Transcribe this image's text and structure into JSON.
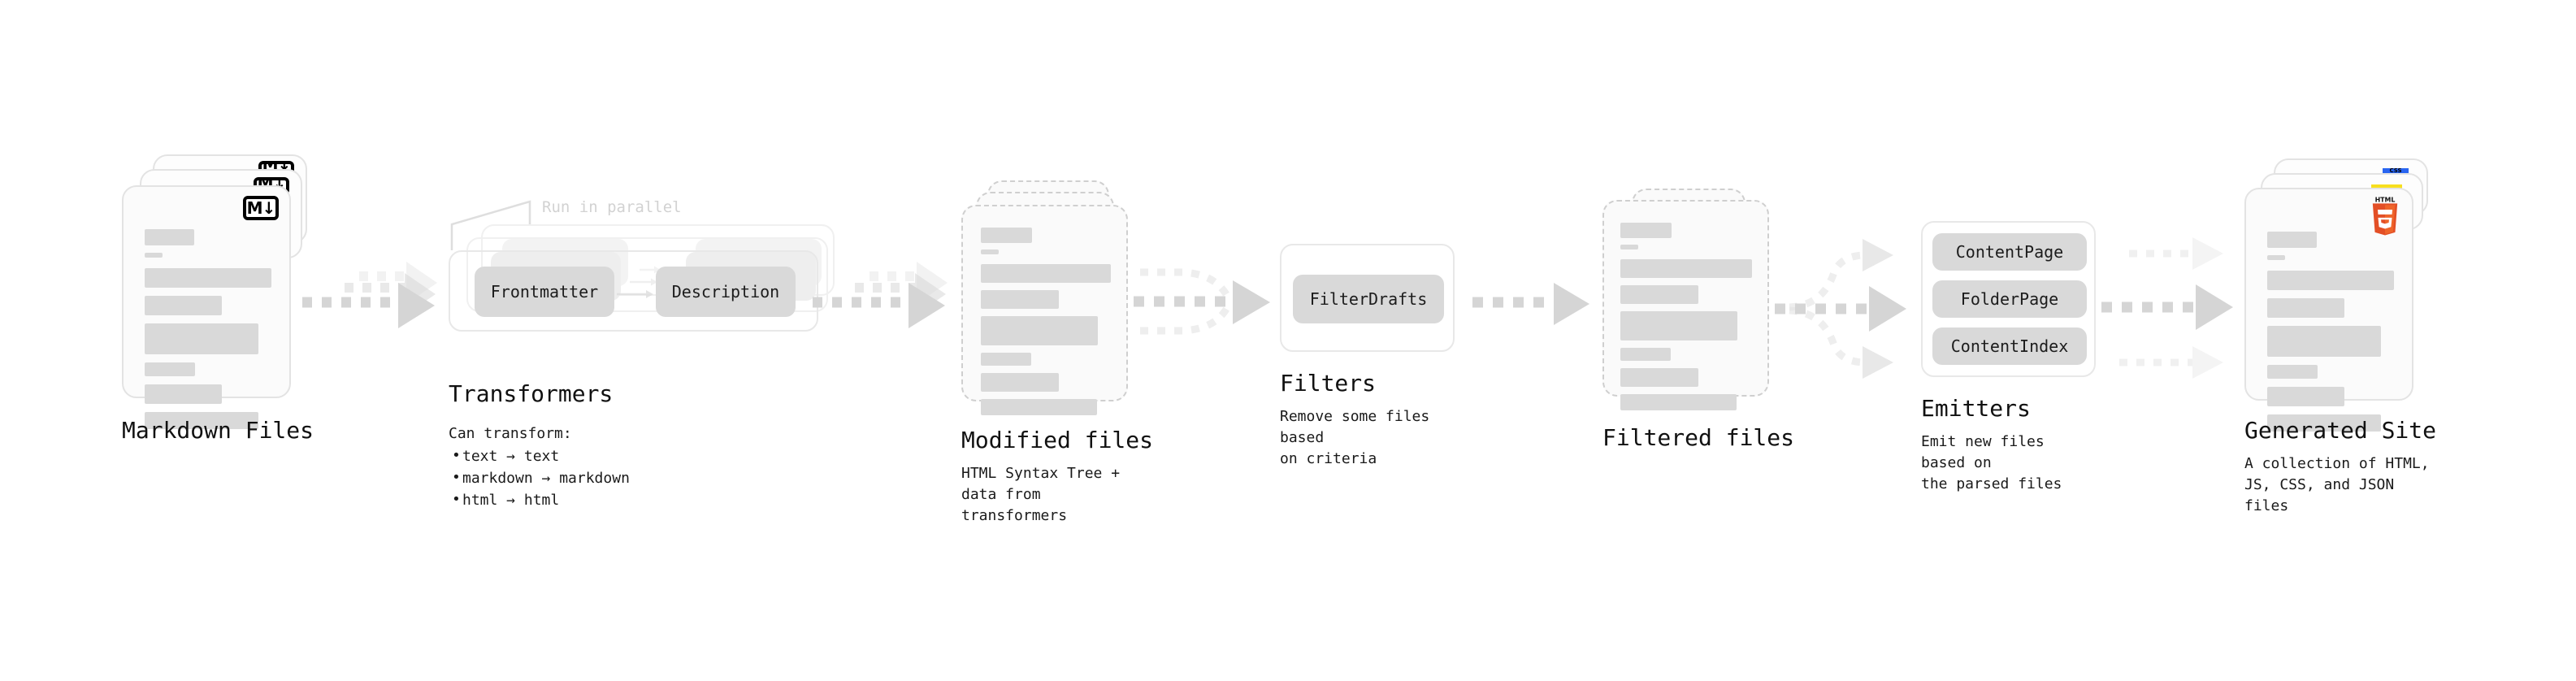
{
  "diagram": {
    "title_absent": true,
    "stages": [
      {
        "id": "markdown-files",
        "title": "Markdown Files",
        "caption": "",
        "badge": "markdown-icon",
        "badge_text": "M↓",
        "card_style": "solid",
        "card_count": 3
      },
      {
        "id": "transformers",
        "title": "Transformers",
        "caption": "Can transform:",
        "bullets": [
          "text → text",
          "markdown → markdown",
          "html → html"
        ],
        "note": "Run in parallel",
        "pills": [
          "Frontmatter",
          "Description"
        ],
        "card_style": "group",
        "card_count": 3
      },
      {
        "id": "modified-files",
        "title": "Modified files",
        "caption": "HTML Syntax Tree +\ndata from transformers",
        "card_style": "dashed",
        "card_count": 3
      },
      {
        "id": "filters",
        "title": "Filters",
        "caption": "Remove some files based\non criteria",
        "pills": [
          "FilterDrafts"
        ],
        "card_style": "group",
        "card_count": 1
      },
      {
        "id": "filtered-files",
        "title": "Filtered files",
        "caption": "",
        "card_style": "dashed",
        "card_count": 2
      },
      {
        "id": "emitters",
        "title": "Emitters",
        "caption": "Emit new files based on\nthe parsed files",
        "pills": [
          "ContentPage",
          "FolderPage",
          "ContentIndex"
        ],
        "card_style": "group",
        "card_count": 1
      },
      {
        "id": "generated-site",
        "title": "Generated Site",
        "caption": "A collection of HTML,\nJS, CSS, and JSON files",
        "badge": "html5-icon",
        "badge_text": "HTML",
        "badge_number": "5",
        "badges_behind": [
          "js-icon",
          "css-icon"
        ],
        "css_label": "CSS",
        "card_style": "solid",
        "card_count": 3
      }
    ],
    "connectors": [
      {
        "id": "arrow-markdown-to-transformers",
        "kind": "stacked-triple"
      },
      {
        "id": "arrow-transformers-to-modified",
        "kind": "stacked-triple"
      },
      {
        "id": "arrow-modified-to-filters",
        "kind": "converging-triple"
      },
      {
        "id": "arrow-filters-to-filtered",
        "kind": "single"
      },
      {
        "id": "arrow-filtered-to-emitters",
        "kind": "diverging-triple"
      },
      {
        "id": "arrow-emitters-to-generated",
        "kind": "parallel-triple"
      }
    ],
    "colors": {
      "background": "#ffffff",
      "card_fill": "#fbfbfb",
      "card_border": "#e3e3e3",
      "dashed_border": "#cfcfcf",
      "bar": "#d9d9d9",
      "pill": "#d9d9d9",
      "text": "#111111",
      "note": "#d2d2d2",
      "arrow": "#d5d5d5",
      "html5_orange": "#e34f26",
      "html5_orange_light": "#ef652a",
      "js_yellow": "#f7df1e",
      "css_blue": "#2965f1",
      "markdown_black": "#000000"
    }
  }
}
